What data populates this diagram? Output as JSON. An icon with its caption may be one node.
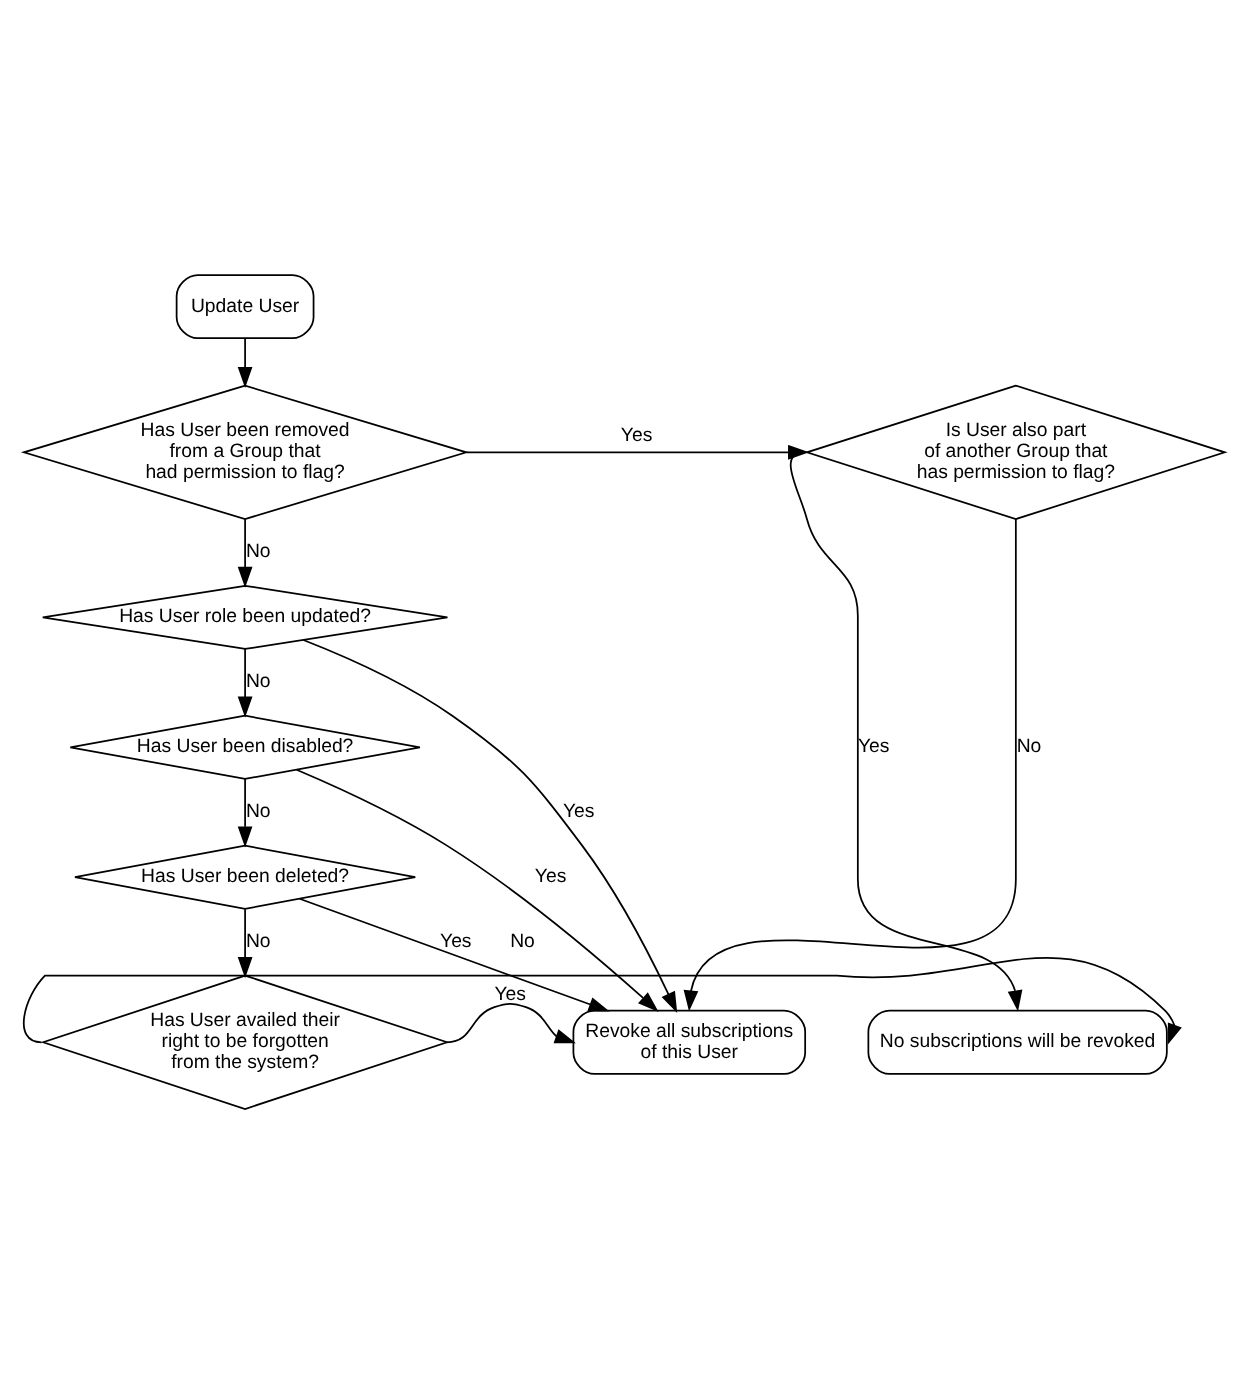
{
  "diagram": {
    "nodes": [
      {
        "text": [
          "Update User"
        ]
      },
      {
        "text": [
          "Has User been removed from a Group that had permission to flag?"
        ]
      },
      {
        "text": [
          "Is User also part of another Group that has permission to flag?"
        ]
      },
      {
        "text": [
          "Has User role been updated?"
        ]
      },
      {
        "text": [
          "Has User been disabled?"
        ]
      },
      {
        "text": [
          "Has User been deleted?"
        ]
      },
      {
        "text": [
          "Has User availed their right to be forgotten from the system?"
        ]
      },
      {
        "text": [
          "No subscriptions will be revoked"
        ]
      },
      {
        "text": [
          "Revoke all subscriptions of this User"
        ]
      }
    ],
    "edges": [
      {
        "from": 0,
        "to": 1,
        "arrow": "to"
      },
      {
        "from": 1,
        "to": 2,
        "arrow": "to",
        "label": "Yes"
      },
      {
        "from": 2,
        "to": 7,
        "arrow": "to",
        "label": "Yes"
      },
      {
        "from": 1,
        "to": 3,
        "arrow": "to",
        "label": "No"
      },
      {
        "from": 2,
        "to": 8,
        "arrow": "to",
        "label": "No"
      },
      {
        "from": 3,
        "to": 8,
        "arrow": "to",
        "label": "Yes"
      },
      {
        "from": 3,
        "to": 4,
        "arrow": "to",
        "label": "No"
      },
      {
        "from": 4,
        "to": 8,
        "arrow": "to",
        "label": "Yes"
      },
      {
        "from": 4,
        "to": 5,
        "arrow": "to",
        "label": "No"
      },
      {
        "from": 5,
        "to": 8,
        "arrow": "to",
        "label": "Yes"
      },
      {
        "from": 5,
        "to": 6,
        "arrow": "to",
        "label": "No"
      },
      {
        "from": 6,
        "to": 7,
        "arrow": "to",
        "label": "No"
      },
      {
        "from": 6,
        "to": 8,
        "arrow": "to",
        "label": "Yes"
      }
    ]
  }
}
